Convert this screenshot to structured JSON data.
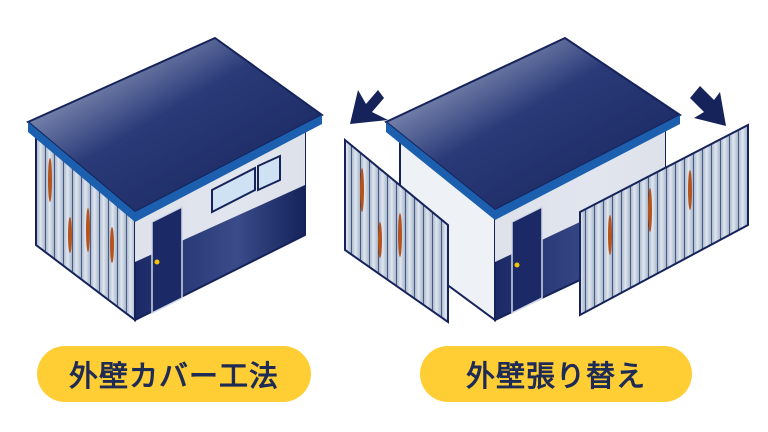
{
  "labels": {
    "cover_method": "外壁カバー工法",
    "replacement": "外壁張り替え"
  },
  "colors": {
    "pill": "#FFCE34",
    "pill_text": "#1E2B55",
    "navy": "#15235A",
    "siding": "#B9C6D6",
    "rust": "#B5531E"
  },
  "wrap_text": "protect"
}
